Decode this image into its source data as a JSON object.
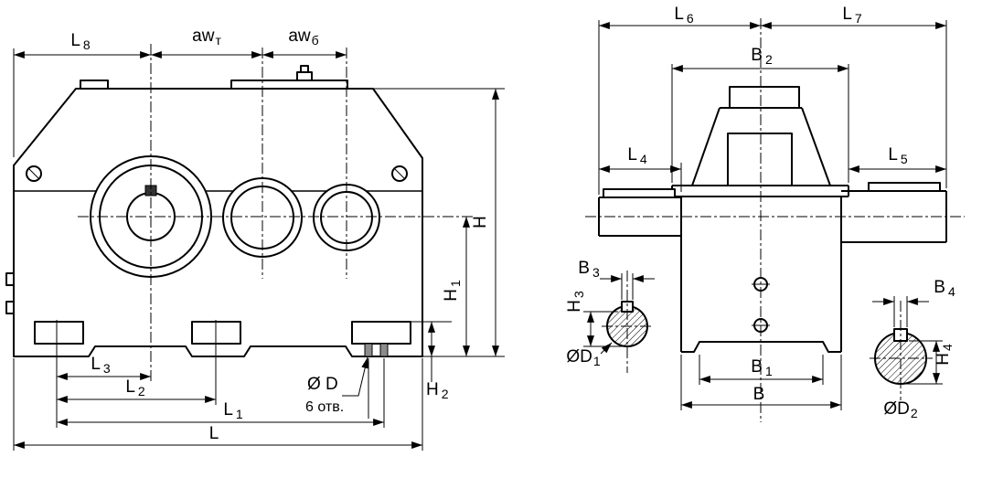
{
  "colors": {
    "background": "#ffffff",
    "line": "#000000"
  },
  "dims": {
    "L8": {
      "main": "L",
      "sub": "8"
    },
    "aw_t": {
      "main": "aw",
      "sub": "т"
    },
    "aw_b": {
      "main": "aw",
      "sub": "б"
    },
    "H": {
      "main": "H",
      "sub": ""
    },
    "H1": {
      "main": "H",
      "sub": "1"
    },
    "H2": {
      "main": "H",
      "sub": "2"
    },
    "L3": {
      "main": "L",
      "sub": "3"
    },
    "L2": {
      "main": "L",
      "sub": "2"
    },
    "L1": {
      "main": "L",
      "sub": "1"
    },
    "L": {
      "main": "L",
      "sub": ""
    },
    "D": {
      "main": "Ø D",
      "sub": ""
    },
    "D_note": "6 отв.",
    "L6": {
      "main": "L",
      "sub": "6"
    },
    "L7": {
      "main": "L",
      "sub": "7"
    },
    "B2": {
      "main": "B",
      "sub": "2"
    },
    "L4": {
      "main": "L",
      "sub": "4"
    },
    "L5": {
      "main": "L",
      "sub": "5"
    },
    "B3": {
      "main": "B",
      "sub": "3"
    },
    "H3": {
      "main": "H",
      "sub": "3"
    },
    "D1": {
      "main": "ØD",
      "sub": "1"
    },
    "B1": {
      "main": "B",
      "sub": "1"
    },
    "B": {
      "main": "B",
      "sub": ""
    },
    "B4": {
      "main": "B",
      "sub": "4"
    },
    "H4": {
      "main": "H",
      "sub": "4"
    },
    "D2": {
      "main": "ØD",
      "sub": "2"
    }
  }
}
